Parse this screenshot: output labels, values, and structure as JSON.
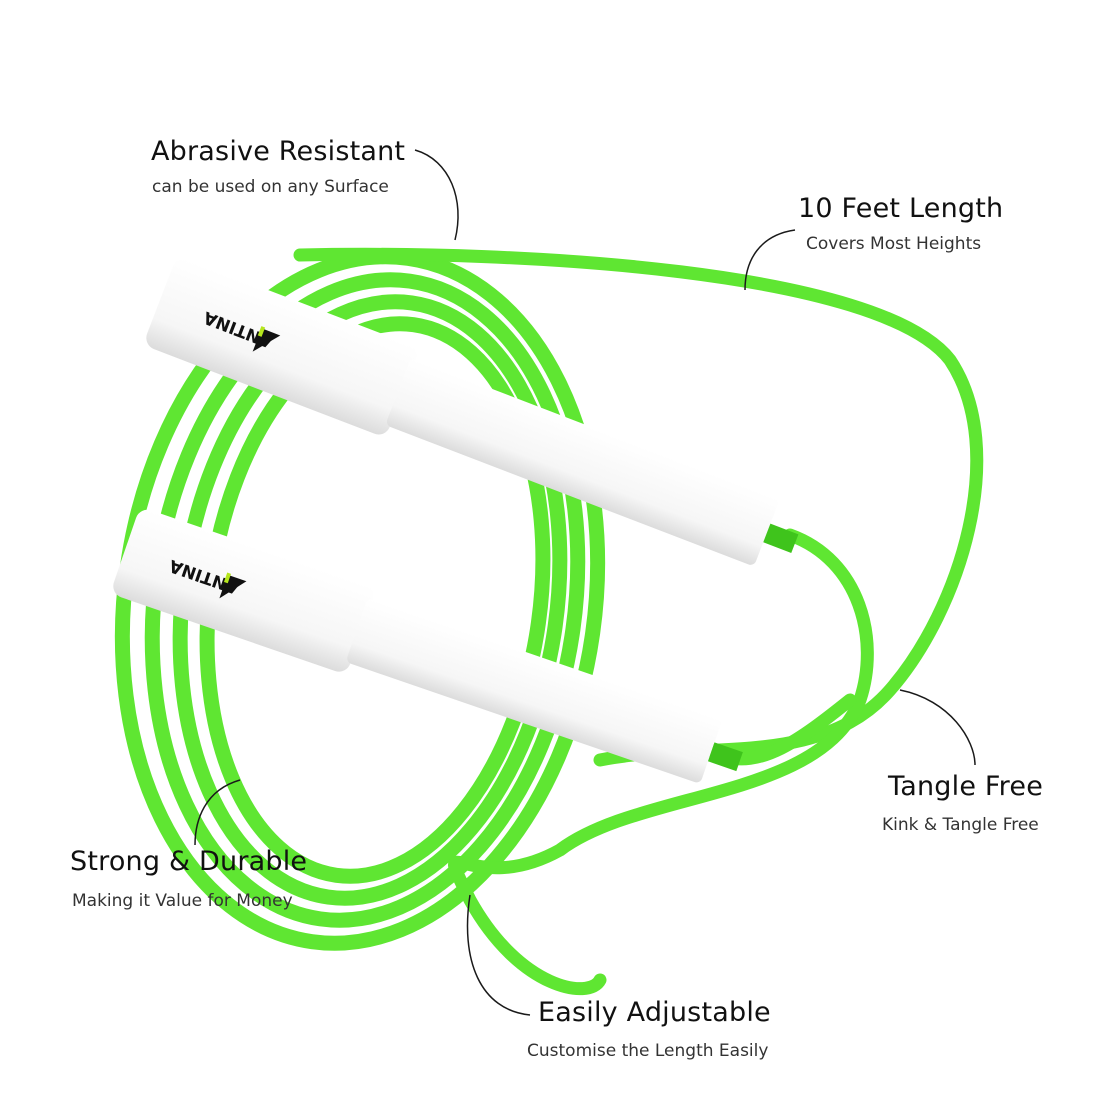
{
  "brand": {
    "logo_text": "ANTINA"
  },
  "colors": {
    "rope": "#5fe632",
    "rope_dark": "#3fc41c",
    "handle": "#ffffff",
    "line": "#1a1a1a",
    "logo_accent": "#b5e61d"
  },
  "features": [
    {
      "title": "Abrasive Resistant",
      "subtitle": "can be used on any Surface"
    },
    {
      "title": "10 Feet Length",
      "subtitle": "Covers Most Heights"
    },
    {
      "title": "Tangle Free",
      "subtitle": "Kink & Tangle Free"
    },
    {
      "title": "Strong & Durable",
      "subtitle": "Making it Value for Money"
    },
    {
      "title": "Easily Adjustable",
      "subtitle": "Customise the Length Easily"
    }
  ]
}
